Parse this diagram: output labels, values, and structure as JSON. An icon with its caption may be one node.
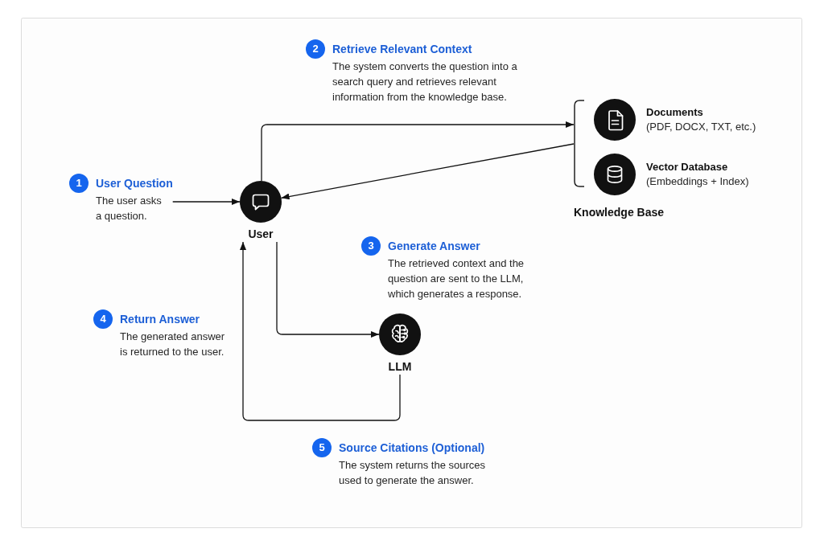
{
  "diagram": {
    "nodes": [
      {
        "text": [
          "1",
          "User Question",
          "The user asks a question."
        ]
      },
      {
        "text": [
          "User"
        ]
      },
      {
        "text": [
          "2",
          "Retrieve Relevant Context",
          "The system converts the question into a search query and retrieves relevant information from the knowledge base."
        ]
      },
      {
        "text": [
          "Knowledge Base"
        ]
      },
      {
        "text": [
          "Documents",
          "(PDF, DOCX, TXT, etc.)"
        ],
        "in": 3
      },
      {
        "text": [
          "Vector Database",
          "(Embeddings + Index)"
        ],
        "in": 3
      },
      {
        "text": [
          "3",
          "Generate Answer",
          "The retrieved context and the question are sent to the LLM, which generates a response."
        ]
      },
      {
        "text": [
          "LLM"
        ]
      },
      {
        "text": [
          "4",
          "Return Answer",
          "The generated answer is returned to the user."
        ]
      },
      {
        "text": [
          "5",
          "Source Citations (Optional)",
          "The system returns the sources used to generate the answer."
        ]
      }
    ],
    "edges": [
      {
        "from": 0,
        "to": 1,
        "arrow": "to"
      },
      {
        "from": 1,
        "to": 3,
        "arrow": "to"
      },
      {
        "from": 3,
        "to": 1,
        "arrow": "to"
      },
      {
        "from": 1,
        "to": 7,
        "arrow": "to"
      },
      {
        "from": 7,
        "to": 1,
        "arrow": "to"
      }
    ]
  }
}
